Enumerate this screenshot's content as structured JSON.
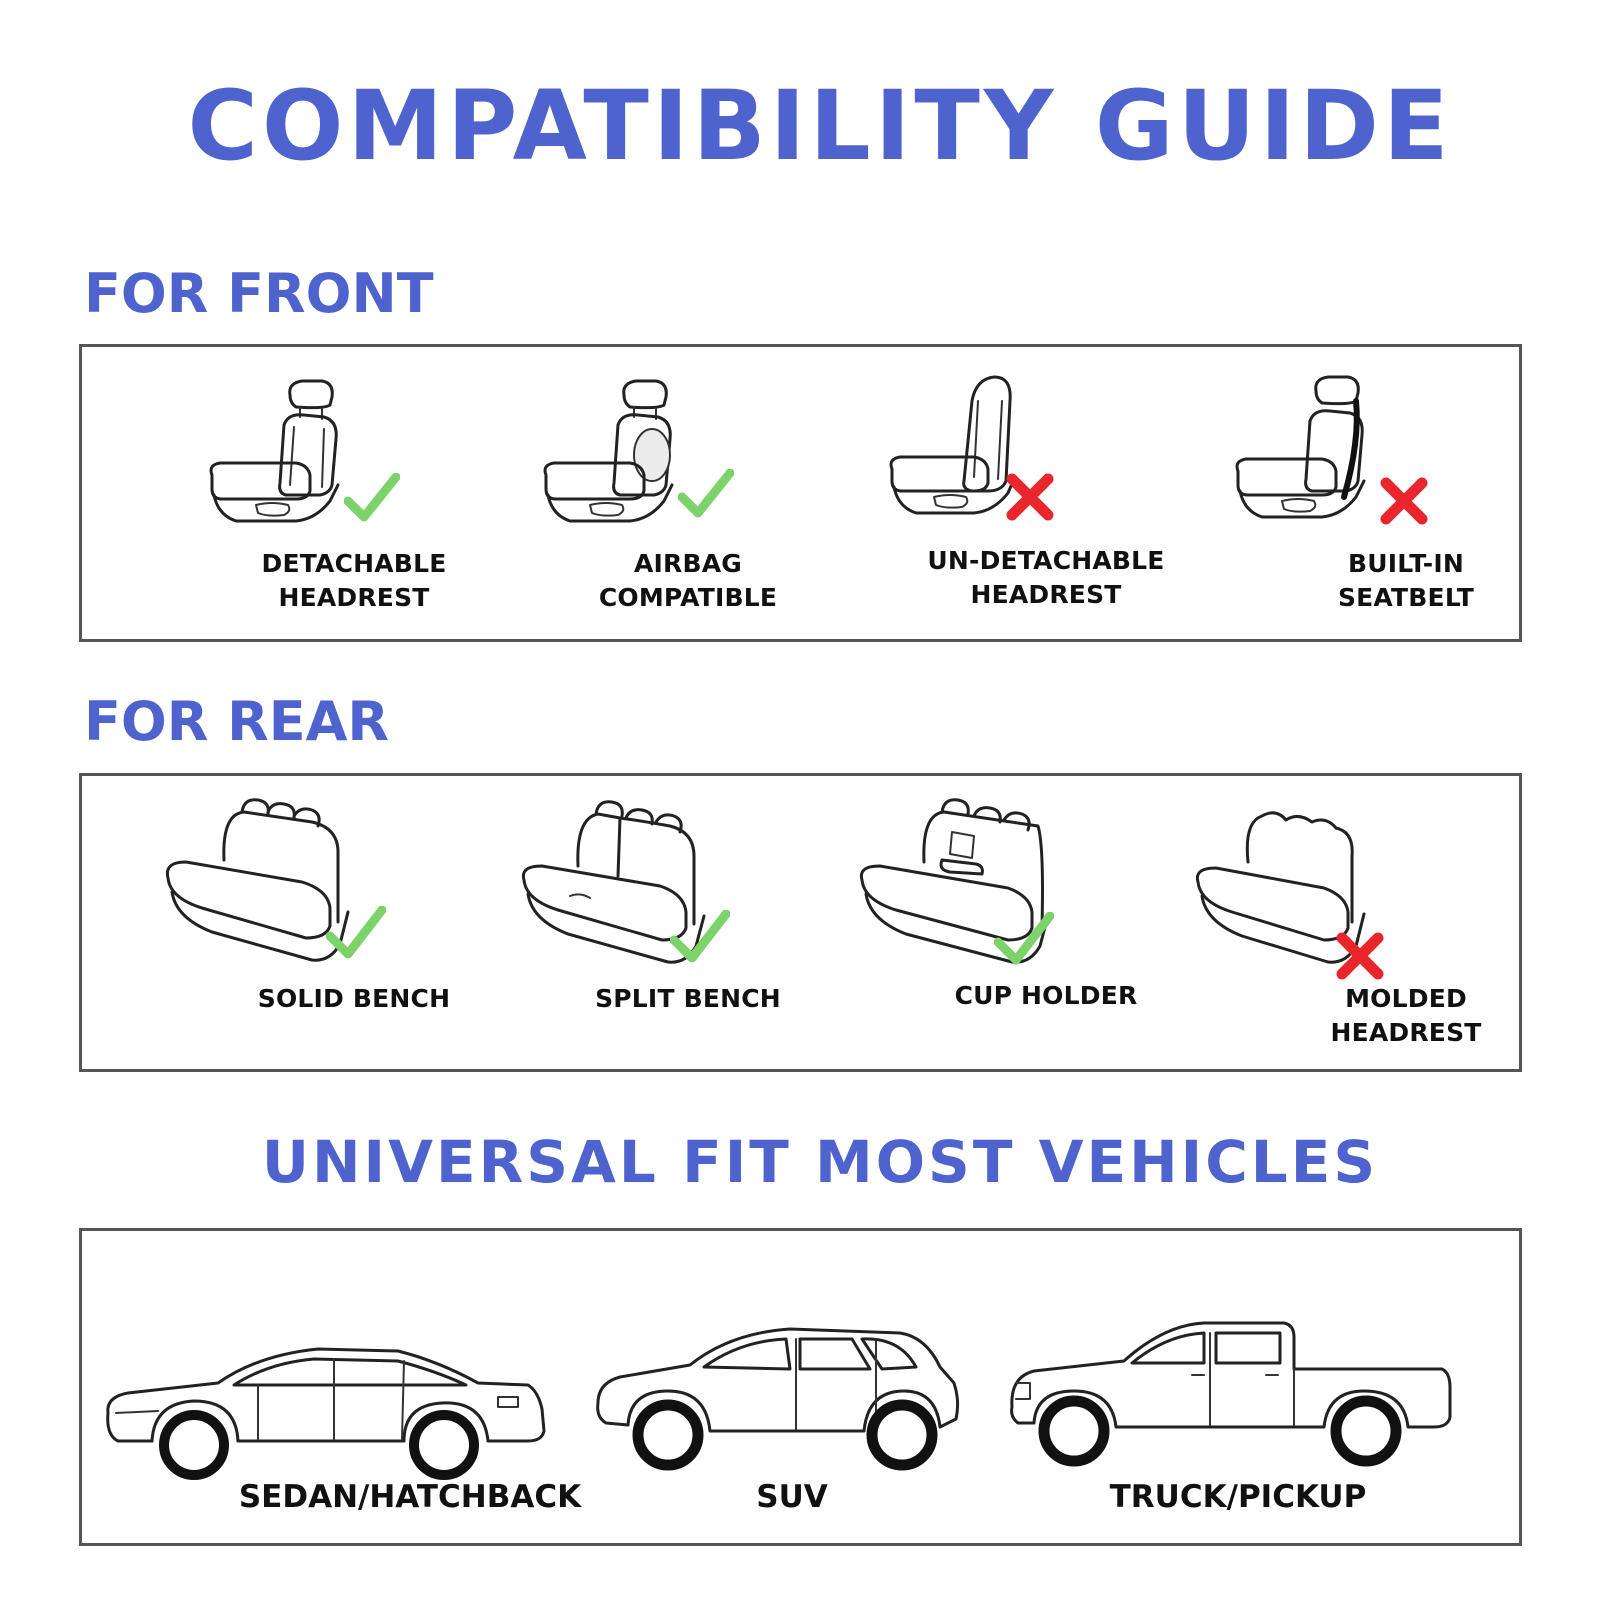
{
  "title": "COMPATIBILITY GUIDE",
  "front": {
    "heading": "FOR FRONT",
    "items": [
      {
        "line1": "DETACHABLE",
        "line2": "HEADREST",
        "compatible": true
      },
      {
        "line1": "AIRBAG",
        "line2": "COMPATIBLE",
        "compatible": true
      },
      {
        "line1": "UN-DETACHABLE",
        "line2": "HEADREST",
        "compatible": false
      },
      {
        "line1": "BUILT-IN",
        "line2": "SEATBELT",
        "compatible": false
      }
    ]
  },
  "rear": {
    "heading": "FOR REAR",
    "items": [
      {
        "line1": "SOLID BENCH",
        "line2": "",
        "compatible": true
      },
      {
        "line1": "SPLIT BENCH",
        "line2": "",
        "compatible": true
      },
      {
        "line1": "CUP HOLDER",
        "line2": "",
        "compatible": true
      },
      {
        "line1": "MOLDED",
        "line2": "HEADREST",
        "compatible": false
      }
    ]
  },
  "vehicles": {
    "heading": "UNIVERSAL FIT MOST VEHICLES",
    "items": [
      {
        "label": "SEDAN/HATCHBACK"
      },
      {
        "label": "SUV"
      },
      {
        "label": "TRUCK/PICKUP"
      }
    ]
  },
  "colors": {
    "accent": "#4f63cf",
    "check": "#7dd36a",
    "cross": "#e8262c",
    "border": "#555555"
  },
  "icons": [
    "check-icon",
    "cross-icon",
    "front-seat-icon",
    "rear-bench-icon",
    "sedan-icon",
    "suv-icon",
    "truck-icon"
  ]
}
